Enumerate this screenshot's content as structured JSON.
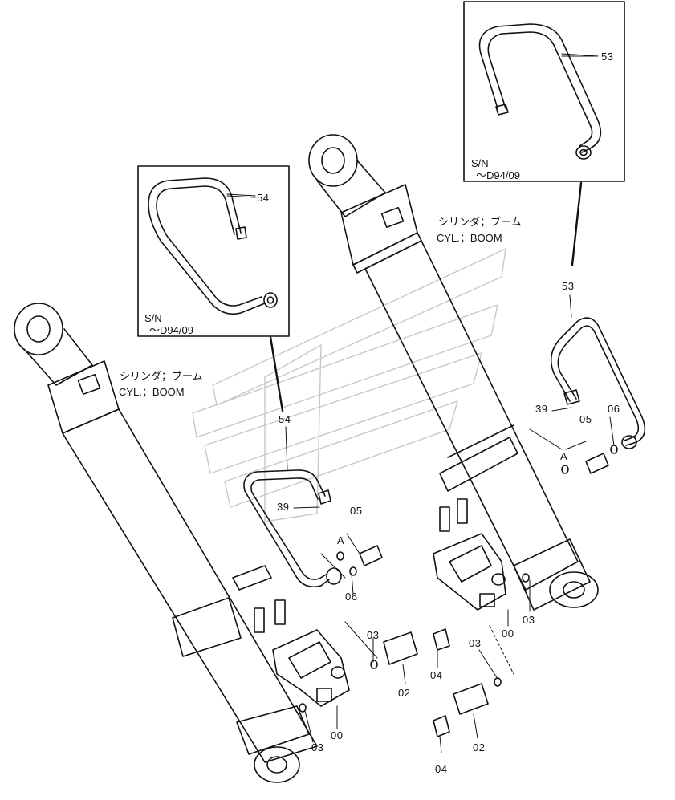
{
  "labels": {
    "p53_inset": "53",
    "p54_inset": "54",
    "p53": "53",
    "p54": "54",
    "p39_right": "39",
    "p39_left": "39",
    "p05_right": "05",
    "p05_left": "05",
    "p06_right": "06",
    "p06_left": "06",
    "pA_right": "A",
    "pA_left": "A",
    "p00_right": "00",
    "p00_left": "00",
    "p03_r1": "03",
    "p03_r2": "03",
    "p03_l1": "03",
    "p03_l2": "03",
    "p02_upper": "02",
    "p02_lower": "02",
    "p04_upper": "04",
    "p04_lower": "04"
  },
  "notes": {
    "sn_right": "S/N",
    "range_right": "～D94/09",
    "sn_left": "S/N",
    "range_left": "～D94/09",
    "cyl_jp_right": "シリンダ；ブーム",
    "cyl_en_right": "CYL.；BOOM",
    "cyl_jp_left": "シリンダ；ブーム",
    "cyl_en_left": "CYL.；BOOM"
  }
}
